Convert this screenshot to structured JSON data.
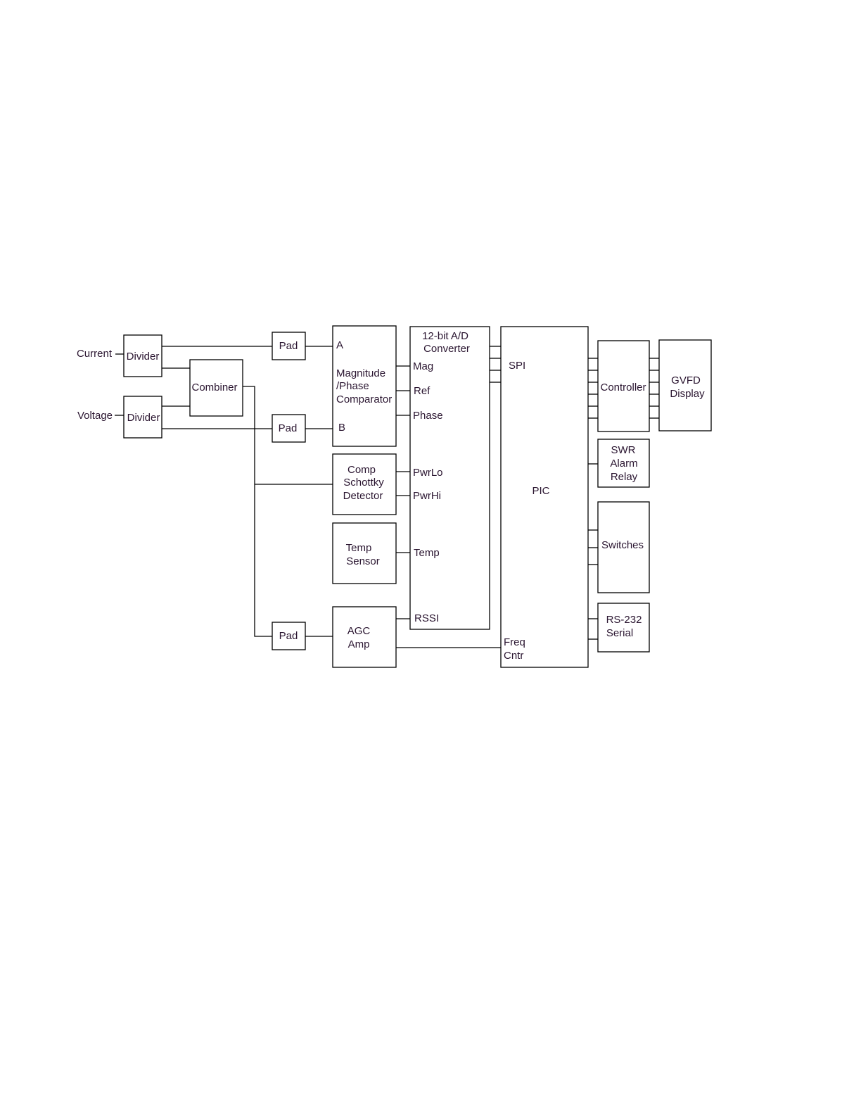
{
  "inputs": {
    "current": "Current",
    "voltage": "Voltage"
  },
  "blocks": {
    "divider_current": "Divider",
    "divider_voltage": "Divider",
    "combiner": "Combiner",
    "pad_a": "Pad",
    "pad_b": "Pad",
    "pad_agc": "Pad",
    "comparator": [
      "Magnitude",
      "/Phase",
      "Comparator"
    ],
    "comparator_ports": {
      "a": "A",
      "b": "B"
    },
    "schottky": [
      "Comp",
      "Schottky",
      "Detector"
    ],
    "temp_sensor": [
      "Temp",
      "Sensor"
    ],
    "agc_amp": [
      "AGC",
      "Amp"
    ],
    "adc": [
      "12-bit A/D",
      "Converter"
    ],
    "adc_ports": {
      "mag": "Mag",
      "ref": "Ref",
      "phase": "Phase",
      "pwrlo": "PwrLo",
      "pwrhi": "PwrHi",
      "temp": "Temp",
      "rssi": "RSSI"
    },
    "pic": "PIC",
    "pic_ports": {
      "spi": "SPI",
      "freq": [
        "Freq",
        "Cntr"
      ]
    },
    "controller": "Controller",
    "gvfd": [
      "GVFD",
      "Display"
    ],
    "swr_relay": [
      "SWR",
      "Alarm",
      "Relay"
    ],
    "switches": "Switches",
    "rs232": [
      "RS-232",
      "Serial"
    ]
  }
}
